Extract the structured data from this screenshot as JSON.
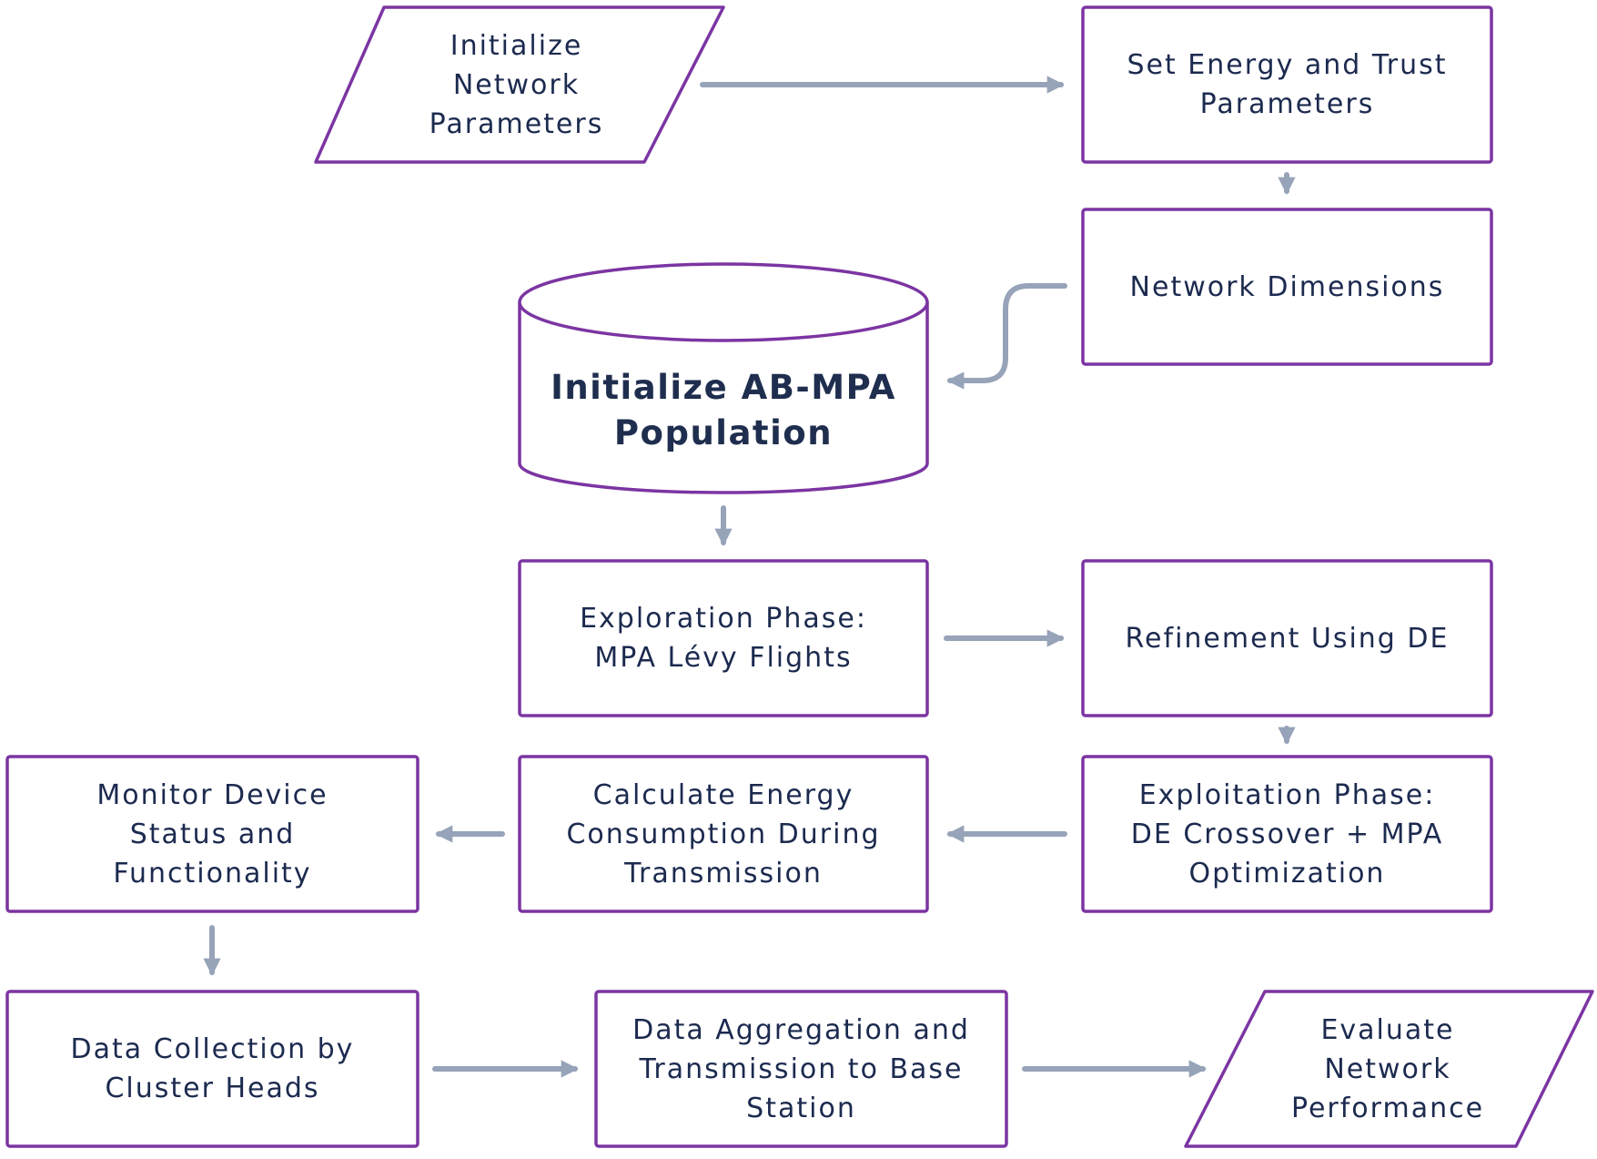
{
  "colors": {
    "border": "#7b35a2",
    "arrow": "#96a3b8",
    "text": "#1c2a4f",
    "background": "#ffffff"
  },
  "nodes": {
    "init_network": {
      "label": "Initialize\nNetwork\nParameters"
    },
    "set_energy_trust": {
      "label": "Set Energy and Trust\nParameters"
    },
    "network_dimensions": {
      "label": "Network Dimensions"
    },
    "init_population": {
      "label": "Initialize AB-MPA\nPopulation"
    },
    "exploration": {
      "label": "Exploration Phase:\nMPA Lévy Flights"
    },
    "refinement": {
      "label": "Refinement Using DE"
    },
    "exploitation": {
      "label": "Exploitation Phase:\nDE Crossover + MPA\nOptimization"
    },
    "energy_consumption": {
      "label": "Calculate Energy\nConsumption During\nTransmission"
    },
    "monitor_device": {
      "label": "Monitor Device\nStatus and\nFunctionality"
    },
    "data_collection": {
      "label": "Data Collection by\nCluster Heads"
    },
    "data_aggregation": {
      "label": "Data Aggregation and\nTransmission to Base\nStation"
    },
    "evaluate": {
      "label": "Evaluate\nNetwork\nPerformance"
    }
  }
}
